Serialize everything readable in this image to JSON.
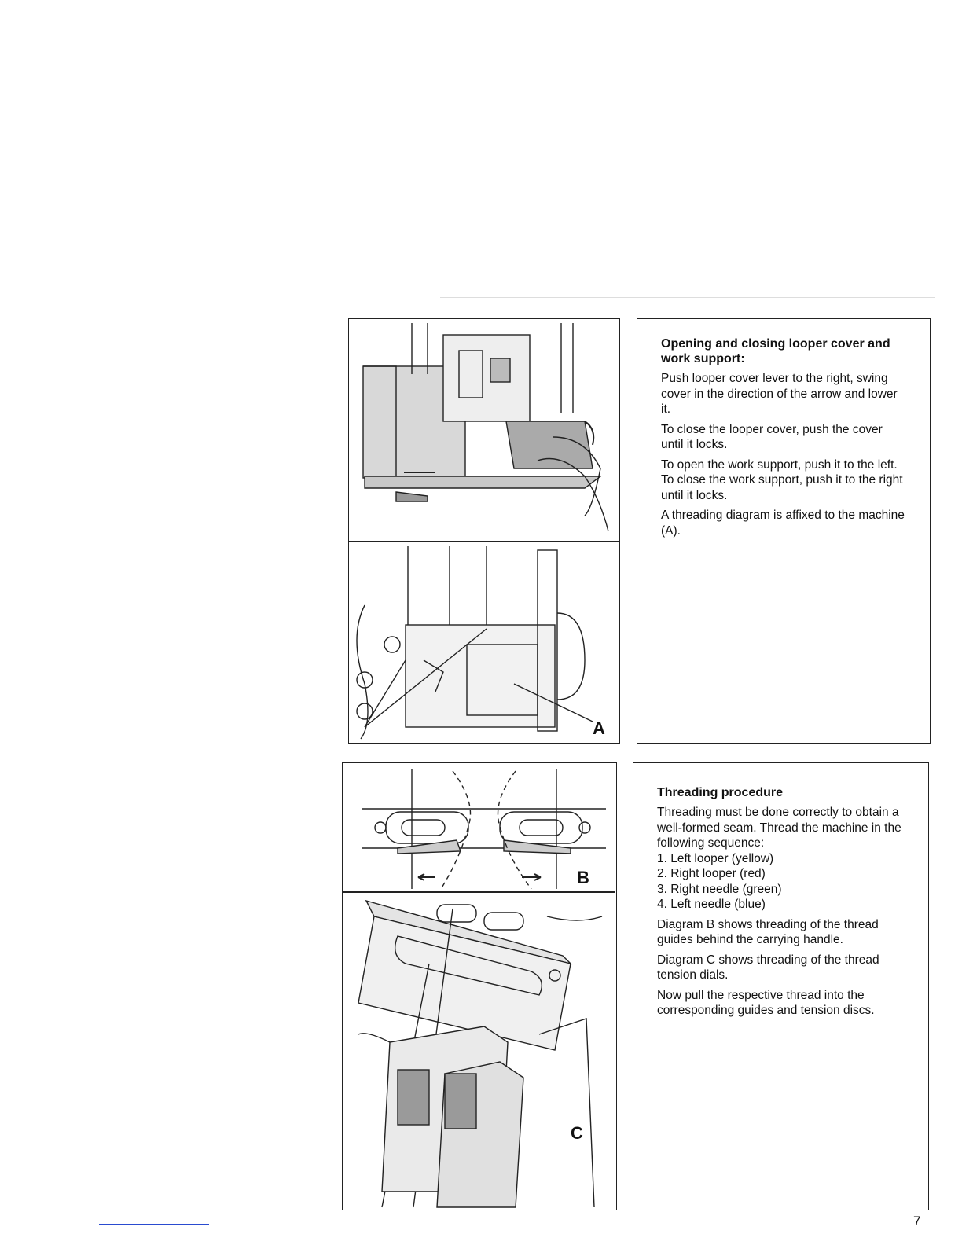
{
  "section1": {
    "heading": "Opening and closing looper cover and work support:",
    "paragraphs": [
      "Push looper cover lever to the right, swing cover in the direction of the arrow and lower it.",
      "To close the looper cover, push the cover until it locks.",
      "To open the work support, push it to the left. To close the work support, push it to the right until it locks.",
      "A threading diagram is affixed to the machine (A)."
    ]
  },
  "section2": {
    "heading": "Threading procedure",
    "intro": "Threading must be done correctly to obtain a well-formed seam. Thread the machine in the following sequence:",
    "sequence": [
      "1. Left looper (yellow)",
      "2. Right looper (red)",
      "3. Right needle (green)",
      "4. Left needle (blue)"
    ],
    "paragraphs": [
      "Diagram B shows threading of the thread guides behind the carrying handle.",
      "Diagram C shows threading of the thread tension dials.",
      "Now pull the respective thread into the corresponding guides and tension discs."
    ]
  },
  "figures": {
    "label_a": "A",
    "label_b": "B",
    "label_c": "C"
  },
  "page_number": "7"
}
